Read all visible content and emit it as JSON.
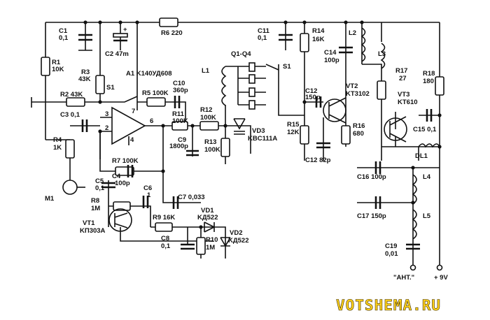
{
  "labels": {
    "C1": "C1",
    "C1v": "0,1",
    "C2": "C2 47m",
    "plus": "+",
    "R6": "R6 220",
    "C11": "C11",
    "C11v": "0,1",
    "Q": "Q1-Q4",
    "S1r": "S1",
    "R14": "R14",
    "R14v": "16K",
    "L2": "L2",
    "L3": "L3",
    "C14": "C14",
    "C14v": "100p",
    "R1": "R1",
    "R1v": "10K",
    "R3": "R3",
    "R3v": "43K",
    "A1": "A1 K140УД608",
    "S1": "S1",
    "L1": "L1",
    "R17": "R17",
    "R17v": "27",
    "R18": "R18",
    "R18v": "180",
    "R2": "R2 43K",
    "R5": "R5 100K",
    "C10": "C10",
    "C10v": "360p",
    "C12": "C12",
    "C12v": "150p",
    "VT2": "VT2",
    "VT2v": "KT3102",
    "VT3": "VT3",
    "VT3v": "KT610",
    "C3": "C3 0,1",
    "R11": "R11",
    "R11v": "100K",
    "R12": "R12",
    "R12v": "100K",
    "C15": "C15 0,1",
    "p3": "3",
    "p2": "2",
    "p7": "7",
    "p6": "6",
    "p4": "4",
    "R4": "R4",
    "R4v": "1K",
    "C9": "C9",
    "C9v": "1800p",
    "VD3": "VD3",
    "VD3v": "KBC111A",
    "R15": "R15",
    "R15v": "12K",
    "R16": "R16",
    "R16v": "680",
    "C12b": "C12 82p",
    "DL1": "DL1",
    "R13": "R13",
    "R13v": "100K",
    "R7": "R7 100K",
    "C4": "C4",
    "C4v": "100p",
    "C16": "C16 100p",
    "L4": "L4",
    "M1": "M1",
    "C5": "C5",
    "C5v": "0,1",
    "C6": "C6",
    "C6v": "1",
    "C7": "C7 0,033",
    "R8": "R8",
    "R8v": "1M",
    "VD1": "VD1",
    "VD1v": "KД522",
    "C17": "C17 150p",
    "L5": "L5",
    "VT1": "VT1",
    "VT1v": "KП303A",
    "R9": "R9 16K",
    "VD2": "VD2",
    "VD2v": "KД522",
    "C8": "C8",
    "C8v": "0,1",
    "R10": "R10",
    "R10v": "1M",
    "C19": "C19",
    "C19v": "0,01",
    "ANT": "\"AHT.\"",
    "V9": "+ 9V"
  },
  "watermark": "VOTSHEMA.RU"
}
